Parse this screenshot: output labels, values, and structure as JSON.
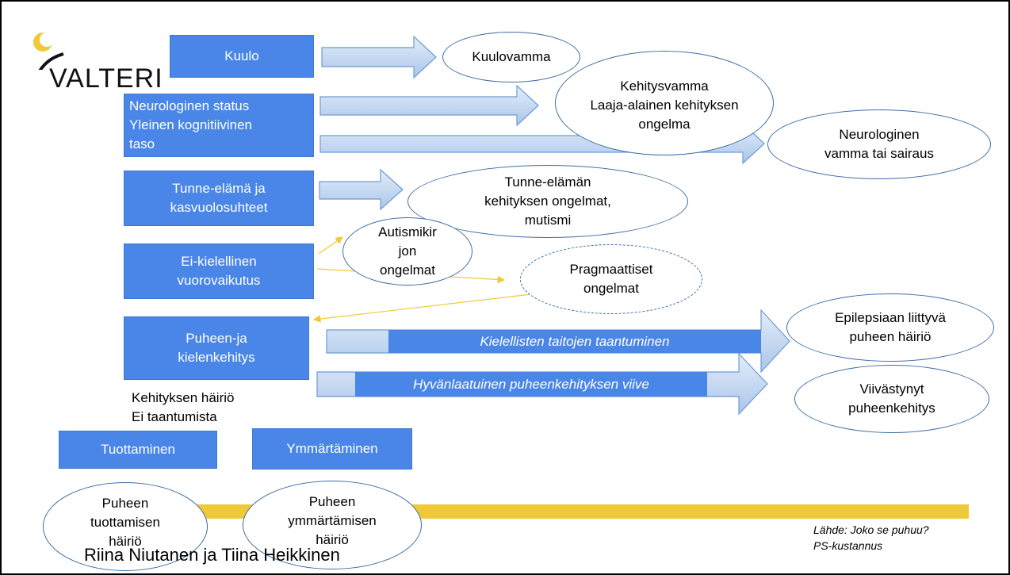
{
  "logo": {
    "text": "VALTERI",
    "accent_color": "#f0c93a"
  },
  "boxes": {
    "kuulo": "Kuulo",
    "neuro": "Neurologinen status\nYleinen kognitiivinen\ntaso",
    "tunne": "Tunne-elämä ja\nkasvuolosuhteet",
    "eikiel": "Ei-kielellinen\nvuorovaikutus",
    "puheen": "Puheen-ja\nkielenkehitys",
    "tuottaminen": "Tuottaminen",
    "ymmartaminen": "Ymmärtäminen"
  },
  "ellipses": {
    "kuulovamma": "Kuulovamma",
    "kehitysvamma": "Kehitysvamma\nLaaja-alainen kehityksen\nongelma",
    "neurovamma": "Neurologinen\nvamma tai sairaus",
    "tunneongelmat": "Tunne-elämän\nkehityksen ongelmat,\nmutismi",
    "autismi": "Autismikir\njon\nongelmat",
    "pragmaattiset": "Pragmaattiset\nongelmat",
    "epilepsia": "Epilepsiaan liittyvä\npuheen häiriö",
    "viivastynyt": "Viivästynyt\npuheenkehitys",
    "tuottamisen_hairio": "Puheen\ntuottamisen\nhäiriö",
    "ymmartamisen_hairio": "Puheen\nymmärtämisen\nhäiriö"
  },
  "bars": {
    "taantuminen": "Kielellisten taitojen taantuminen",
    "viive": "Hyvänlaatuinen puheenkehityksen viive"
  },
  "labels": {
    "kehityksen_hairio": "Kehityksen häiriö\nEi taantumista",
    "authors": "Riina Niutanen  ja Tiina Heikkinen",
    "source": "Lähde: Joko se puhuu?\nPS-kustannus"
  },
  "colors": {
    "box_blue": "#4a86e8",
    "arrow_fill": "#c9dcf3",
    "ellipse_border": "#3b6ea5",
    "thin_arrow": "#f0c93a",
    "band": "#f0c93a"
  }
}
